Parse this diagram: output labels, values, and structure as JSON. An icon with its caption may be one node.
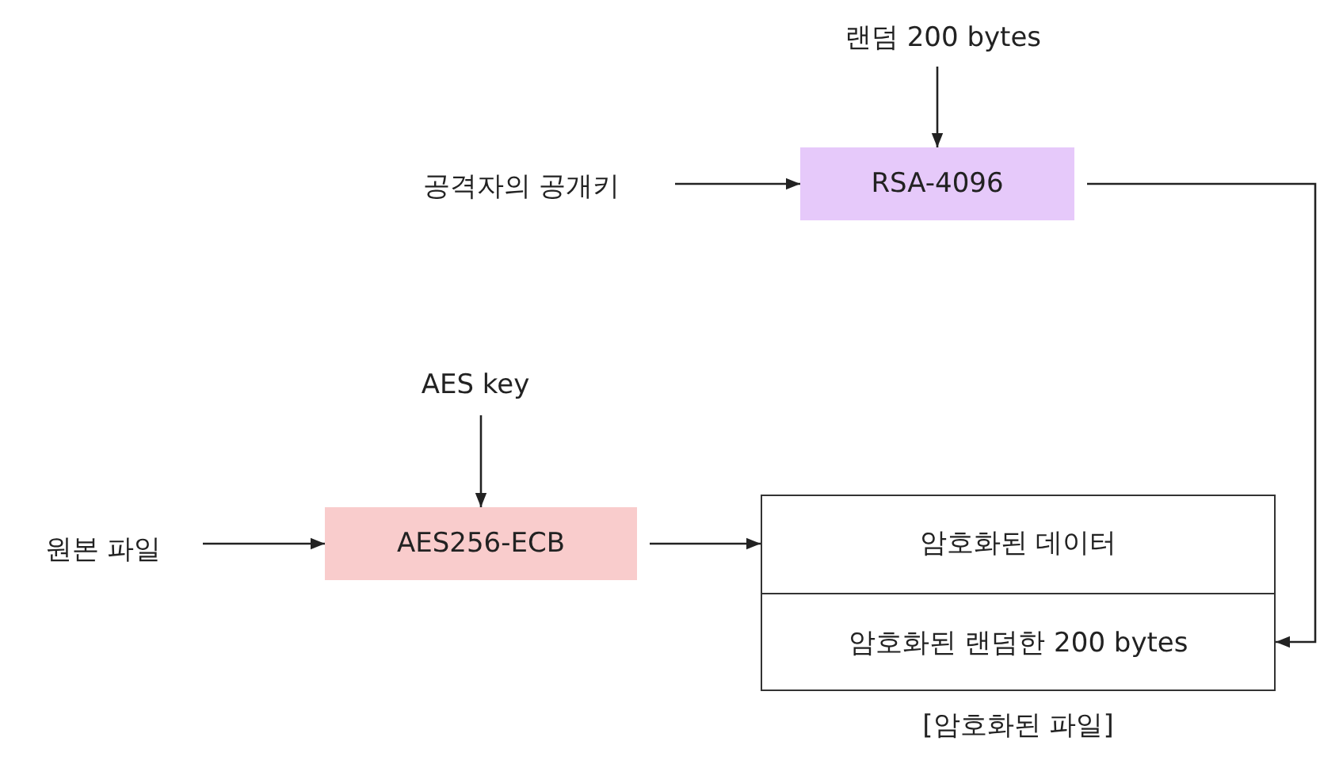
{
  "diagram": {
    "nodes": [
      {
        "text": [
          "랜덤 200 bytes"
        ]
      },
      {
        "text": [
          "공격자의 공개키"
        ]
      },
      {
        "text": [
          "RSA-4096"
        ]
      },
      {
        "text": [
          "AES key"
        ]
      },
      {
        "text": [
          "원본 파일"
        ]
      },
      {
        "text": [
          "AES256-ECB"
        ]
      },
      {
        "text": [],
        "shape": "box",
        "beside": [
          "[암호화된 파일]"
        ]
      },
      {
        "text": [
          "암호화된 데이터"
        ],
        "in": 6
      },
      {
        "text": [
          "암호화된 랜덤한 200 bytes"
        ],
        "in": 6
      }
    ],
    "edges": [
      {
        "from": 0,
        "to": 2,
        "arrow": "to"
      },
      {
        "from": 1,
        "to": 2,
        "arrow": "to"
      },
      {
        "from": 3,
        "to": 5,
        "arrow": "to"
      },
      {
        "from": 4,
        "to": 5,
        "arrow": "to"
      },
      {
        "from": 5,
        "to": 7,
        "arrow": "to"
      },
      {
        "from": 2,
        "to": 8,
        "arrow": "to"
      }
    ]
  }
}
